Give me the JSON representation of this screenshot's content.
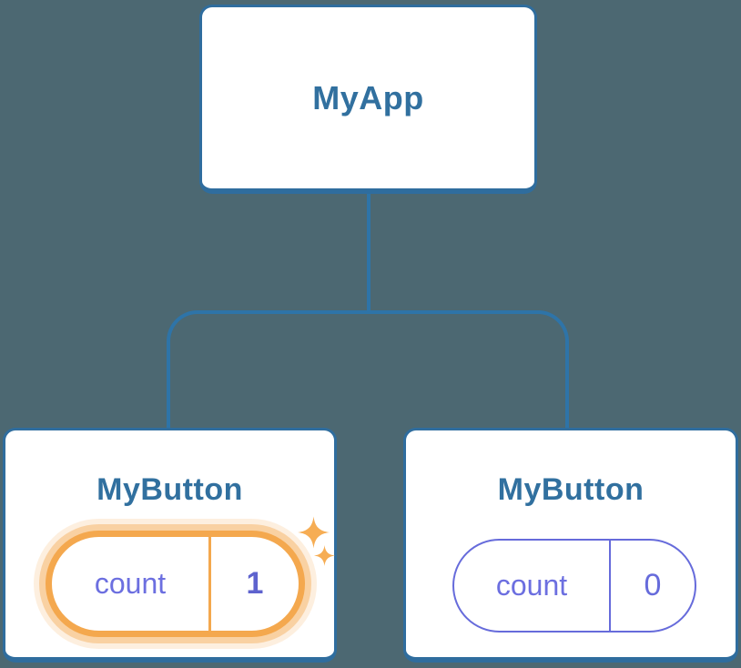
{
  "diagram": {
    "description": "React component tree with state",
    "root": {
      "label": "MyApp"
    },
    "children": [
      {
        "label": "MyButton",
        "state": {
          "key": "count",
          "value": "1"
        },
        "highlighted": true
      },
      {
        "label": "MyButton",
        "state": {
          "key": "count",
          "value": "0"
        },
        "highlighted": false
      }
    ]
  },
  "icons": {
    "sparkle": "four-point-star"
  },
  "colors": {
    "background": "#4C6872",
    "node_fill": "#FFFFFF",
    "node_border": "#2F6D9E",
    "node_label": "#31709F",
    "connector": "#2E74A8",
    "state_label": "#6C6FE0",
    "state_value_highlight": "#5E63CE",
    "pill_border_default": "#666BDB",
    "highlight_orange": "#F4A84E",
    "highlight_halo": "#FBDFAD",
    "sparkle": "#F6AD54"
  }
}
